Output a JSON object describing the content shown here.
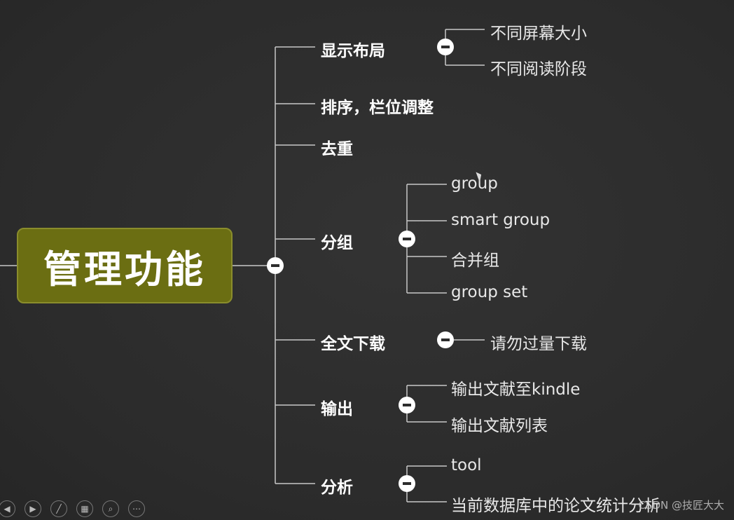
{
  "root": {
    "label": "管理功能"
  },
  "branches": [
    {
      "label": "显示布局",
      "children": [
        "不同屏幕大小",
        "不同阅读阶段"
      ]
    },
    {
      "label": "排序，栏位调整",
      "children": []
    },
    {
      "label": "去重",
      "children": []
    },
    {
      "label": "分组",
      "children": [
        "group",
        "smart group",
        "合并组",
        "group set"
      ]
    },
    {
      "label": "全文下载",
      "children": [
        "请勿过量下载"
      ]
    },
    {
      "label": "输出",
      "children": [
        "输出文献至kindle",
        "输出文献列表"
      ]
    },
    {
      "label": "分析",
      "children": [
        "tool",
        "当前数据库中的论文统计分析"
      ]
    }
  ],
  "toolbar": {
    "buttons": [
      "prev-icon",
      "next-icon",
      "pen-icon",
      "slides-icon",
      "zoom-icon",
      "more-icon"
    ]
  },
  "watermark": "CSDN @技匠大大",
  "colors": {
    "background": "#2d2d2d",
    "root_fill": "#6b6e12",
    "line": "#c8c8c8",
    "text": "#ffffff"
  }
}
